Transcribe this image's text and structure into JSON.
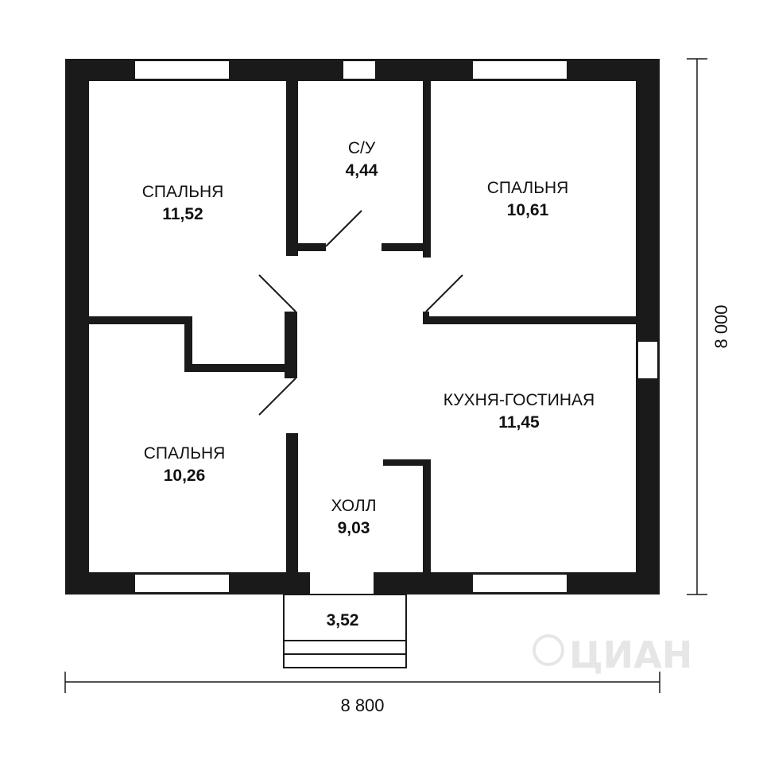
{
  "rooms": {
    "bedroom_top_left": {
      "name": "СПАЛЬНЯ",
      "area": "11,52"
    },
    "bathroom": {
      "name": "С/У",
      "area": "4,44"
    },
    "bedroom_top_right": {
      "name": "СПАЛЬНЯ",
      "area": "10,61"
    },
    "bedroom_bottom_left": {
      "name": "СПАЛЬНЯ",
      "area": "10,26"
    },
    "kitchen_living": {
      "name": "КУХНЯ-ГОСТИНАЯ",
      "area": "11,45"
    },
    "hall": {
      "name": "ХОЛЛ",
      "area": "9,03"
    },
    "porch": {
      "area": "3,52"
    }
  },
  "dimensions": {
    "width": "8 800",
    "height": "8 000"
  },
  "watermark": "ЦИАН",
  "colors": {
    "wall": "#1a1a1a",
    "background": "#ffffff"
  }
}
